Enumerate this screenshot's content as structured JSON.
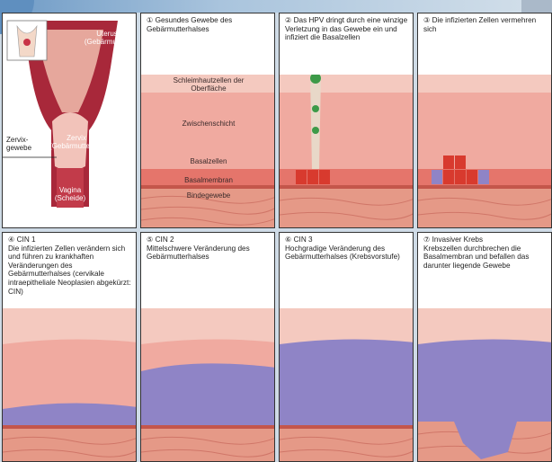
{
  "colors": {
    "tissue": "#f0aaa0",
    "cell": "#e58f86",
    "basal": "#d83a2e",
    "lesion": "#8f84c6",
    "stroma": "#d98d7e",
    "uterus": "#a8283a"
  },
  "anatomy": {
    "uterus": "Uterus (Gebärmutter)",
    "cervix": "Zervix (Gebärmutterhals)",
    "zervix_gewebe": "Zervix-gewebe",
    "vagina": "Vagina (Scheide)"
  },
  "panels": [
    {
      "num": "①",
      "title": "Gesundes Gewebe des Gebärmutterhalses",
      "labels": [
        "Schleimhautzellen der Oberfläche",
        "Zwischenschicht",
        "Basalzellen",
        "Basalmembran",
        "Bindegewebe"
      ]
    },
    {
      "num": "②",
      "title": "Das HPV dringt durch eine winzige Verletzung in das Gewebe ein und infiziert die Basalzellen"
    },
    {
      "num": "③",
      "title": "Die infizierten Zellen vermehren sich"
    },
    {
      "num": "④",
      "title": "CIN 1",
      "text": "Die infizierten Zellen verändern sich und führen zu krankhaften Veränderungen des Gebärmutterhalses (cervikale intraepitheliale Neoplasien abgekürzt: CIN)"
    },
    {
      "num": "⑤",
      "title": "CIN 2",
      "text": "Mittelschwere Veränderung des Gebärmutterhalses"
    },
    {
      "num": "⑥",
      "title": "CIN 3",
      "text": "Hochgradige Veränderung des Gebärmutterhalses (Krebsvorstufe)"
    },
    {
      "num": "⑦",
      "title": "Invasiver Krebs",
      "text": "Krebszellen durchbrechen die Basalmembran und befallen das darunter liegende Gewebe"
    }
  ]
}
